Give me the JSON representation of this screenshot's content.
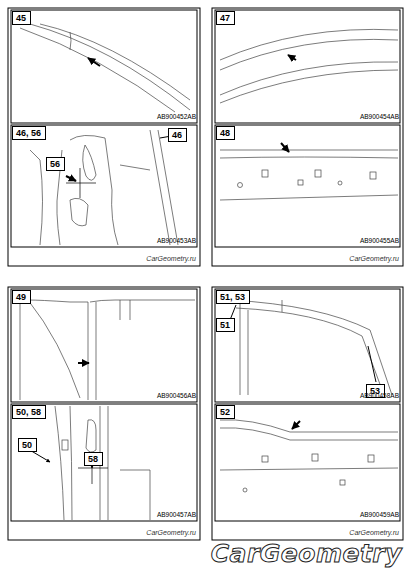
{
  "diagram": {
    "nodes": [
      {
        "text": [
          "45"
        ]
      },
      {
        "text": [
          "46, 56"
        ]
      },
      {
        "text": [
          "46"
        ]
      },
      {
        "text": [
          "56"
        ]
      },
      {
        "text": [
          "47"
        ]
      },
      {
        "text": [
          "48"
        ]
      },
      {
        "text": [
          "49"
        ]
      },
      {
        "text": [
          "50, 58"
        ]
      },
      {
        "text": [
          "50"
        ]
      },
      {
        "text": [
          "58"
        ]
      },
      {
        "text": [
          "51, 53"
        ]
      },
      {
        "text": [
          "51"
        ]
      },
      {
        "text": [
          "53"
        ]
      },
      {
        "text": [
          "52"
        ]
      }
    ],
    "labels": [
      "AB900452AB",
      "AB900453AB",
      "AB900454AB",
      "AB900455AB",
      "AB900456AB",
      "AB900457AB",
      "AB900458AB",
      "AB900459AB",
      "CarGeometry.ru",
      "CarGeometry.ru",
      "CarGeometry.ru",
      "CarGeometry.ru",
      "CarGeometry"
    ]
  }
}
